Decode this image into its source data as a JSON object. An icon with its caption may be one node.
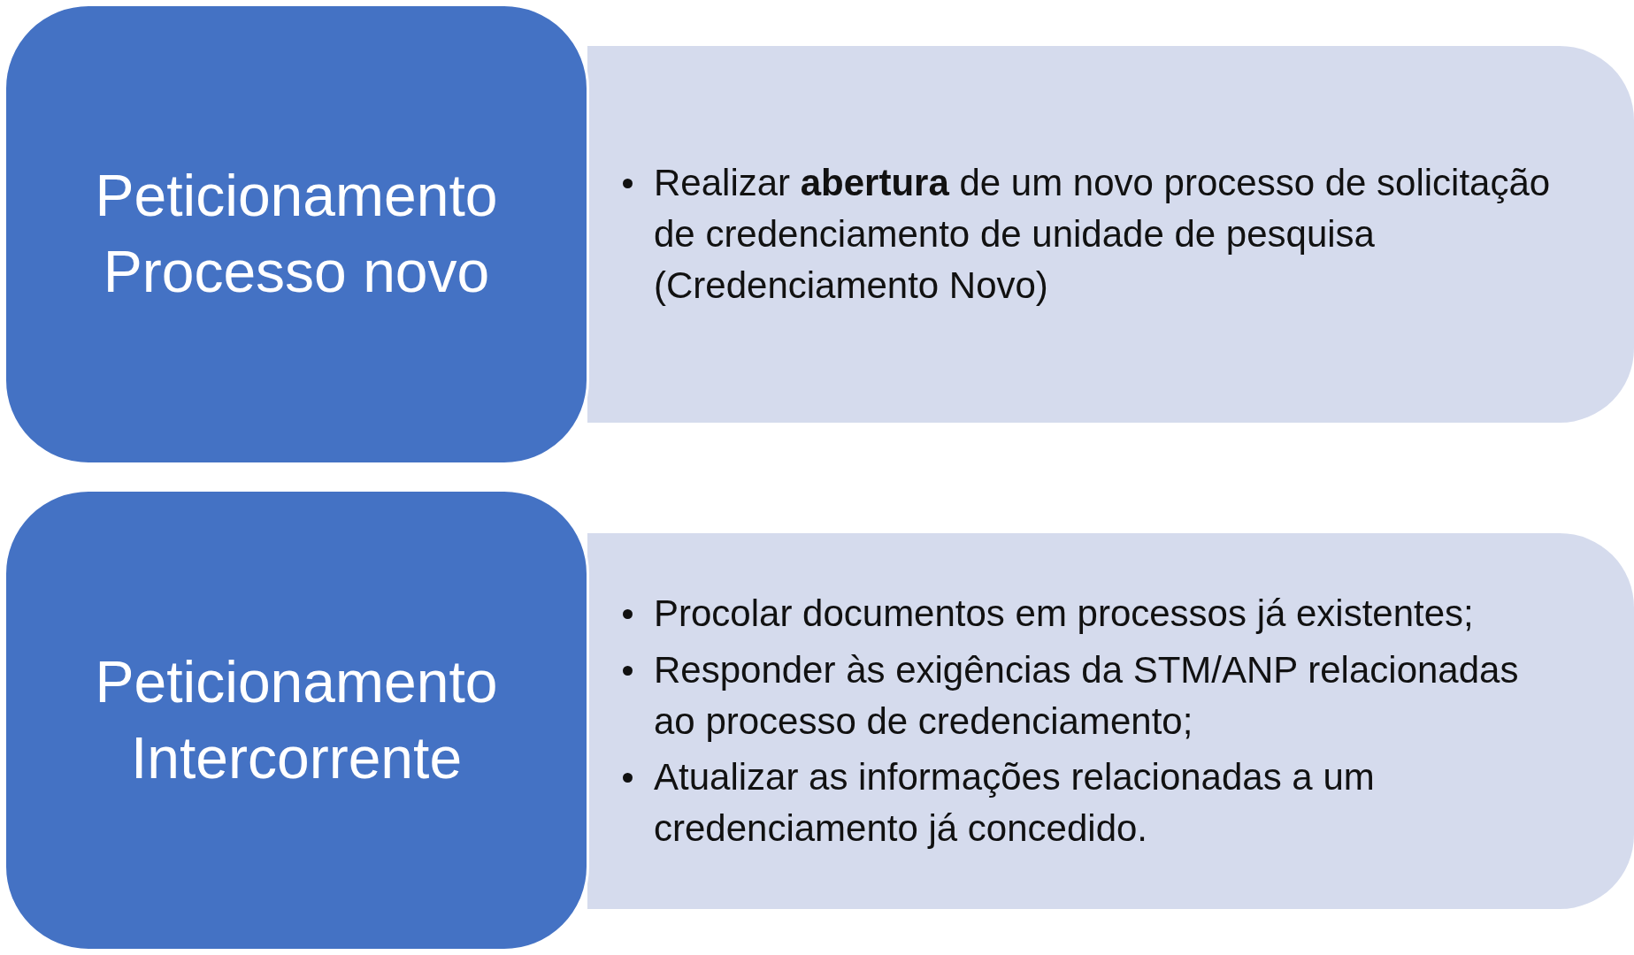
{
  "diagram": {
    "nodes": [
      {
        "text": [
          "Peticionamento Processo novo"
        ]
      },
      {
        "text": [
          "Realizar **abertura** de um novo processo de solicitação de credenciamento de unidade de pesquisa (Credenciamento Novo)"
        ]
      },
      {
        "text": [
          "Peticionamento Intercorrente"
        ]
      },
      {
        "text": [
          "Procolar documentos em processos já existentes;",
          "Responder às exigências da STM/ANP relacionadas ao processo de credenciamento;",
          "Atualizar as informações relacionadas a um credenciamento já concedido."
        ]
      }
    ]
  }
}
